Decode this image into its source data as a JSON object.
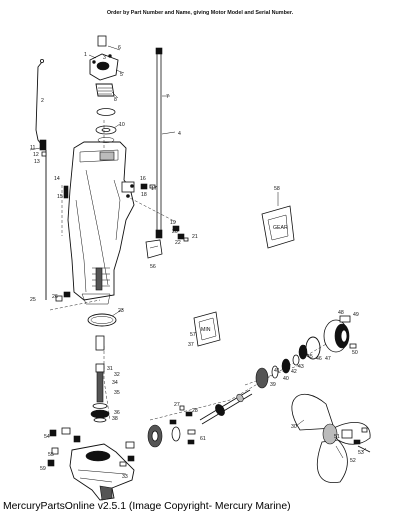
{
  "header": {
    "instruction": "Order by Part Number and Name, giving Motor Model and Serial Number."
  },
  "diagram": {
    "callouts": [
      "1",
      "2",
      "3",
      "4",
      "5",
      "6",
      "7",
      "8",
      "10",
      "11",
      "12",
      "13",
      "14",
      "15",
      "16",
      "17",
      "18",
      "19",
      "20",
      "21",
      "22",
      "23",
      "25",
      "26",
      "27",
      "28",
      "30",
      "31",
      "32",
      "33",
      "34",
      "35",
      "36",
      "37",
      "38",
      "39",
      "40",
      "41",
      "42",
      "43",
      "44",
      "45",
      "46",
      "47",
      "48",
      "49",
      "50",
      "51",
      "52",
      "53",
      "54",
      "55",
      "56",
      "57",
      "58",
      "59",
      "61"
    ],
    "decal_left_text": "MIN",
    "decal_right_text": "GEAR"
  },
  "footer": {
    "caption": "MercuryPartsOnline v2.5.1 (Image Copyright- Mercury Marine)"
  }
}
